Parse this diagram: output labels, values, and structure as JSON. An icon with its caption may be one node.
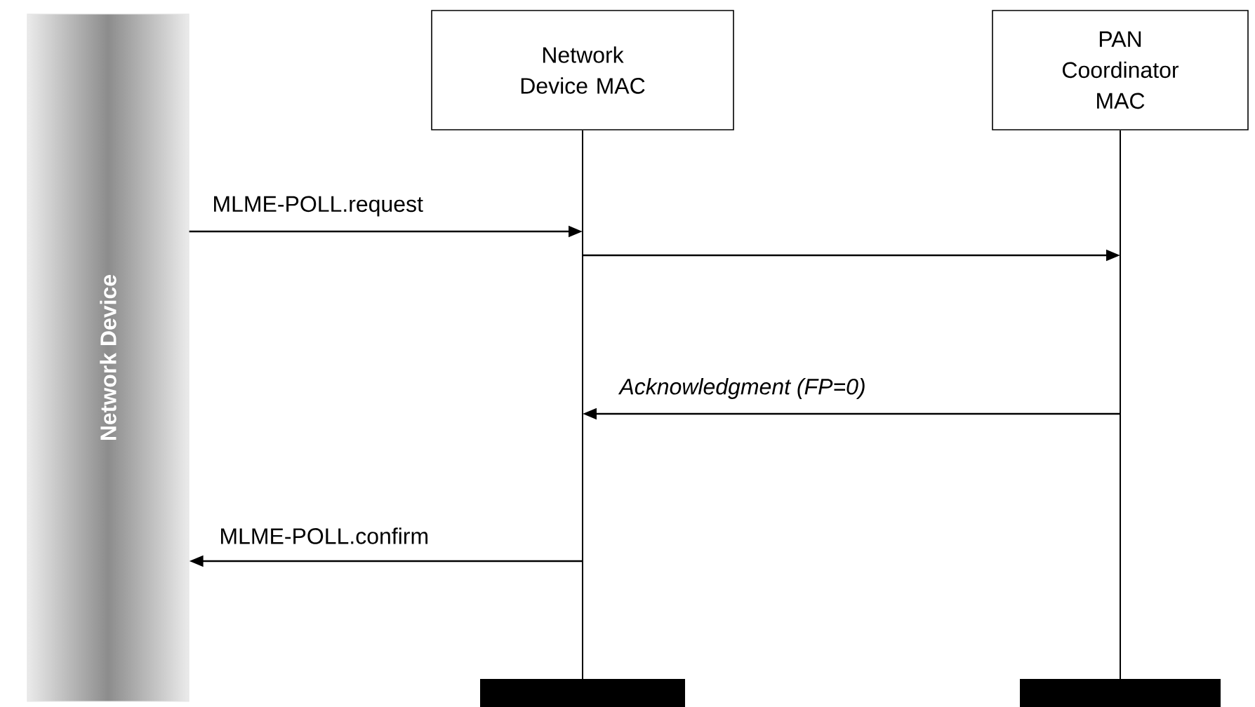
{
  "diagram": {
    "nodes": [
      {
        "text": [
          "Network Device"
        ]
      },
      {
        "text": [
          "Network Device MAC"
        ]
      },
      {
        "text": [
          "PAN Coordinator MAC"
        ]
      },
      {
        "text": [],
        "shape": "line"
      },
      {
        "text": [],
        "shape": "line"
      },
      {
        "text": [],
        "shape": "bar"
      },
      {
        "text": [],
        "shape": "bar"
      }
    ],
    "edges": [
      {
        "from": 0,
        "to": 3,
        "arrow": "to",
        "label": "MLME-POLL.request"
      },
      {
        "from": 3,
        "to": 4,
        "arrow": "to"
      },
      {
        "from": 4,
        "to": 3,
        "arrow": "to",
        "label": "Acknowledgment (FP=0)"
      },
      {
        "from": 3,
        "to": 0,
        "arrow": "to",
        "label": "MLME-POLL.confirm"
      }
    ]
  }
}
